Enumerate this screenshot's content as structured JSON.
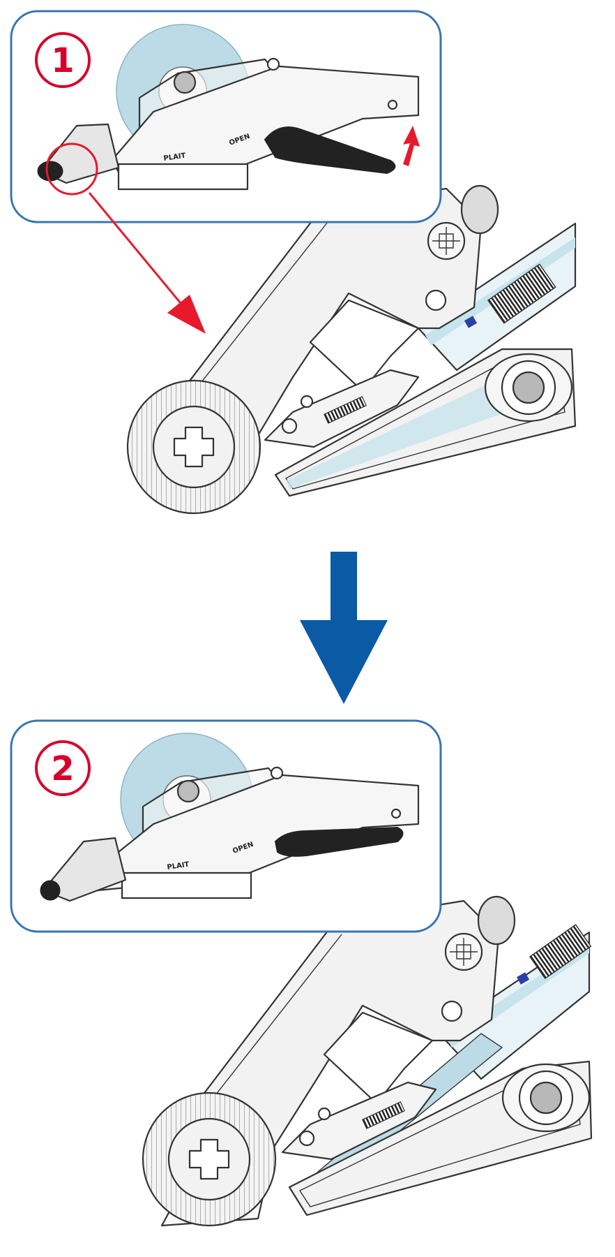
{
  "colors": {
    "panel_border": "#3a75b0",
    "badge_red": "#d8002a",
    "flow_arrow_blue": "#0a5aa6",
    "pointer_red": "#e8192c",
    "roll_blue": "#bcdbe6",
    "lever_black": "#222222",
    "metal_light": "#f2f2f2",
    "tape_blue": "#c7e3ec"
  },
  "step1": {
    "badge": "①",
    "lever_label": "OPEN",
    "mark_label": "PLAIT"
  },
  "step2": {
    "badge": "②",
    "lever_label": "OPEN",
    "mark_label": "PLAIT"
  },
  "icons": {
    "up_arrow": "red-up-arrow-icon",
    "pointer": "red-pointer-arrow-icon",
    "flow": "blue-down-arrow-icon"
  }
}
